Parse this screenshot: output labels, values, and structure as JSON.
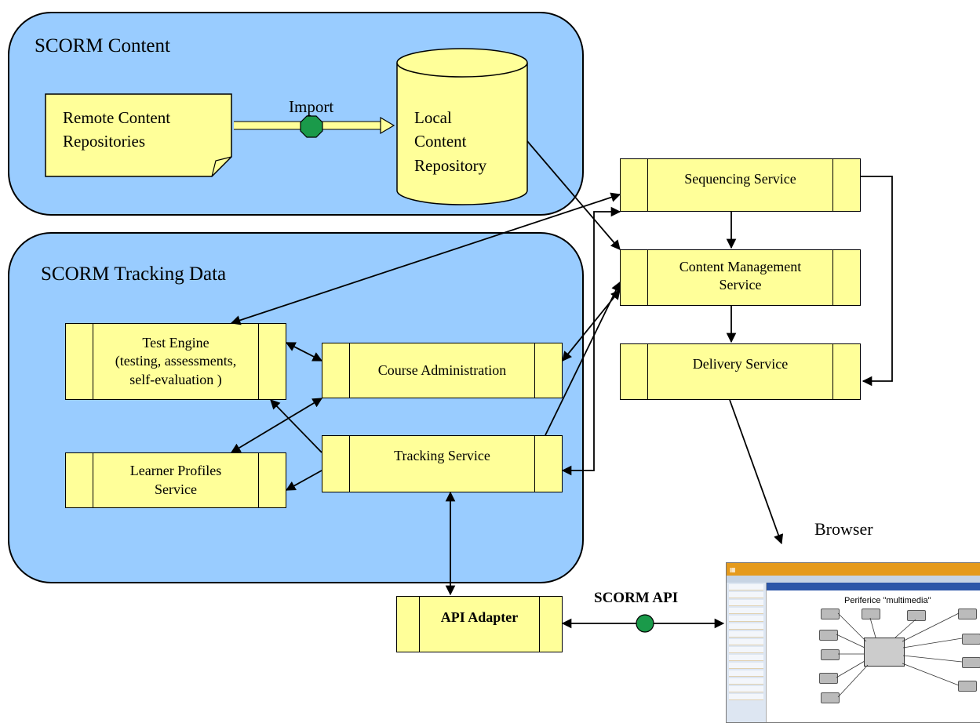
{
  "regions": {
    "content_title": "SCORM Content",
    "tracking_title": "SCORM Tracking Data"
  },
  "content": {
    "remote_label": "Remote Content\nRepositories",
    "import_label": "Import",
    "local_label": "Local\nContent\nRepository"
  },
  "tracking": {
    "test_engine": "Test Engine\n(testing, assessments,\nself-evaluation )",
    "course_admin": "Course Administration",
    "learner_profiles": "Learner Profiles\nService",
    "tracking_service": "Tracking Service"
  },
  "services": {
    "sequencing": "Sequencing Service",
    "content_mgmt": "Content Management\nService",
    "delivery": "Delivery Service"
  },
  "api": {
    "adapter": "API Adapter",
    "scorm_api": "SCORM API"
  },
  "browser": {
    "label": "Browser",
    "page_title": "Periferice \"multimedia\""
  },
  "colors": {
    "region_fill": "#99ccff",
    "box_fill": "#ffff99",
    "connector_node": "#1a9a4a"
  }
}
